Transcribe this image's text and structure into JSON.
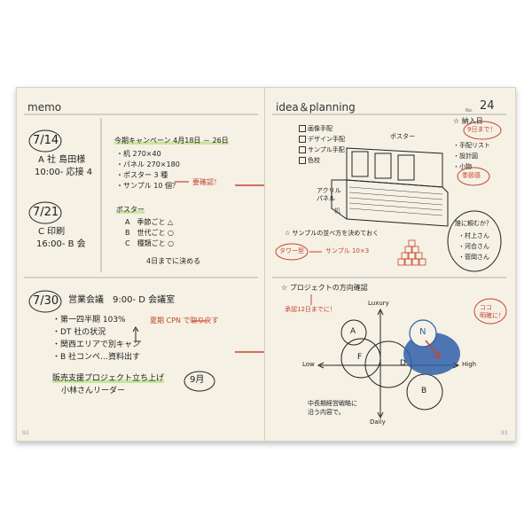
{
  "left": {
    "header": "memo",
    "entry1": {
      "date": "7/14",
      "lines": [
        "A 社 島田様",
        "10:00- 応接 4"
      ]
    },
    "entry2": {
      "date": "7/21",
      "lines": [
        "C 印刷",
        "16:00- B 会"
      ]
    },
    "campaign": {
      "title": "今期キャンペーン 4月18日 － 26日",
      "items": [
        "・机 270×40",
        "・パネル 270×180",
        "・ポスター 3 種",
        "・サンプル 10 個？"
      ],
      "note": "要確認！"
    },
    "poster": {
      "title": "ポスター",
      "items": [
        "A　季節ごと △",
        "B　世代ごと ○",
        "C　種類ごと ○"
      ],
      "note": "4日までに決める"
    },
    "entry3": {
      "date": "7/30",
      "heading": "営業会議　9:00- D 会議室",
      "items": [
        "・第一四半期 103%",
        "・DT 社の状況",
        "・関西エリアで別キャン",
        "・B 社コンペ…資料出す"
      ],
      "note": "夏期 CPN で取り戻す",
      "project": "販売支援プロジェクト立ち上げ",
      "month": "9月",
      "leader": "小林さんリーダー"
    },
    "page_number": "92"
  },
  "right": {
    "header": "idea＆planning",
    "no_label": "No.",
    "no_value": "24",
    "checklist": [
      "画像手配",
      "デザイン手配",
      "サンプル手配",
      "色校"
    ],
    "sketch_labels": {
      "poster": "ポスター",
      "panel": "アクリル\nパネル",
      "desk": "机"
    },
    "delivery": {
      "title": "納入日",
      "badge": "9日まで！",
      "items": [
        "・手配リスト",
        "・設計図",
        "・小物"
      ],
      "stamp": "季節感"
    },
    "sample": {
      "title": "サンプルの並べ方を決めておく",
      "tower": "タワー型",
      "label": "サンプル 10×3"
    },
    "ask": {
      "title": "誰に頼むか？",
      "names": [
        "・村上さん",
        "・河合さん",
        "・菅岡さん"
      ]
    },
    "project": {
      "title": "プロジェクトの方向確認",
      "deadline": "承認12日までに！",
      "axis": {
        "top": "Luxury",
        "bottom": "Daily",
        "left": "Low",
        "right": "High"
      },
      "circles": [
        "A",
        "F",
        "D",
        "N",
        "B"
      ],
      "callout": "ココ\n明確に！",
      "note": "中長期経営戦略に\n沿う内容で。"
    },
    "page_number": "93"
  }
}
